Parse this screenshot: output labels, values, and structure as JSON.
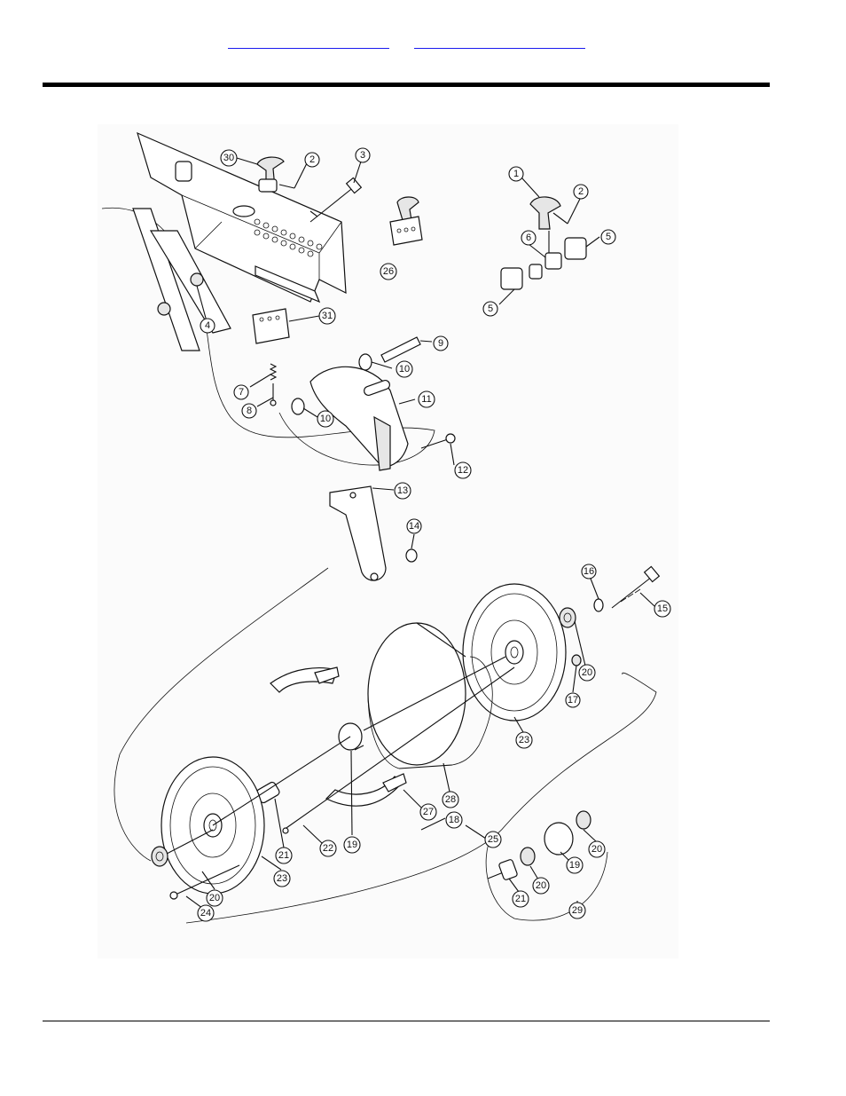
{
  "header": {
    "links": [
      {
        "label": ""
      },
      {
        "label": ""
      }
    ]
  },
  "diagram": {
    "callouts": [
      {
        "id": "c30",
        "label": "30"
      },
      {
        "id": "c2a",
        "label": "2"
      },
      {
        "id": "c3",
        "label": "3"
      },
      {
        "id": "c26",
        "label": "26"
      },
      {
        "id": "c4",
        "label": "4"
      },
      {
        "id": "c31",
        "label": "31"
      },
      {
        "id": "c1",
        "label": "1"
      },
      {
        "id": "c2b",
        "label": "2"
      },
      {
        "id": "c6",
        "label": "6"
      },
      {
        "id": "c5a",
        "label": "5"
      },
      {
        "id": "c5b",
        "label": "5"
      },
      {
        "id": "c9",
        "label": "9"
      },
      {
        "id": "c10a",
        "label": "10"
      },
      {
        "id": "c11",
        "label": "11"
      },
      {
        "id": "c7",
        "label": "7"
      },
      {
        "id": "c8",
        "label": "8"
      },
      {
        "id": "c10b",
        "label": "10"
      },
      {
        "id": "c12",
        "label": "12"
      },
      {
        "id": "c13",
        "label": "13"
      },
      {
        "id": "c14",
        "label": "14"
      },
      {
        "id": "c16",
        "label": "16"
      },
      {
        "id": "c15",
        "label": "15"
      },
      {
        "id": "c20a",
        "label": "20"
      },
      {
        "id": "c17",
        "label": "17"
      },
      {
        "id": "c23a",
        "label": "23"
      },
      {
        "id": "c28",
        "label": "28"
      },
      {
        "id": "c27",
        "label": "27"
      },
      {
        "id": "c18",
        "label": "18"
      },
      {
        "id": "c25",
        "label": "25"
      },
      {
        "id": "c19a",
        "label": "19"
      },
      {
        "id": "c22",
        "label": "22"
      },
      {
        "id": "c21a",
        "label": "21"
      },
      {
        "id": "c23b",
        "label": "23"
      },
      {
        "id": "c20b",
        "label": "20"
      },
      {
        "id": "c24",
        "label": "24"
      },
      {
        "id": "c20c",
        "label": "20"
      },
      {
        "id": "c19b",
        "label": "19"
      },
      {
        "id": "c20d",
        "label": "20"
      },
      {
        "id": "c21b",
        "label": "21"
      },
      {
        "id": "c29",
        "label": "29"
      }
    ]
  }
}
